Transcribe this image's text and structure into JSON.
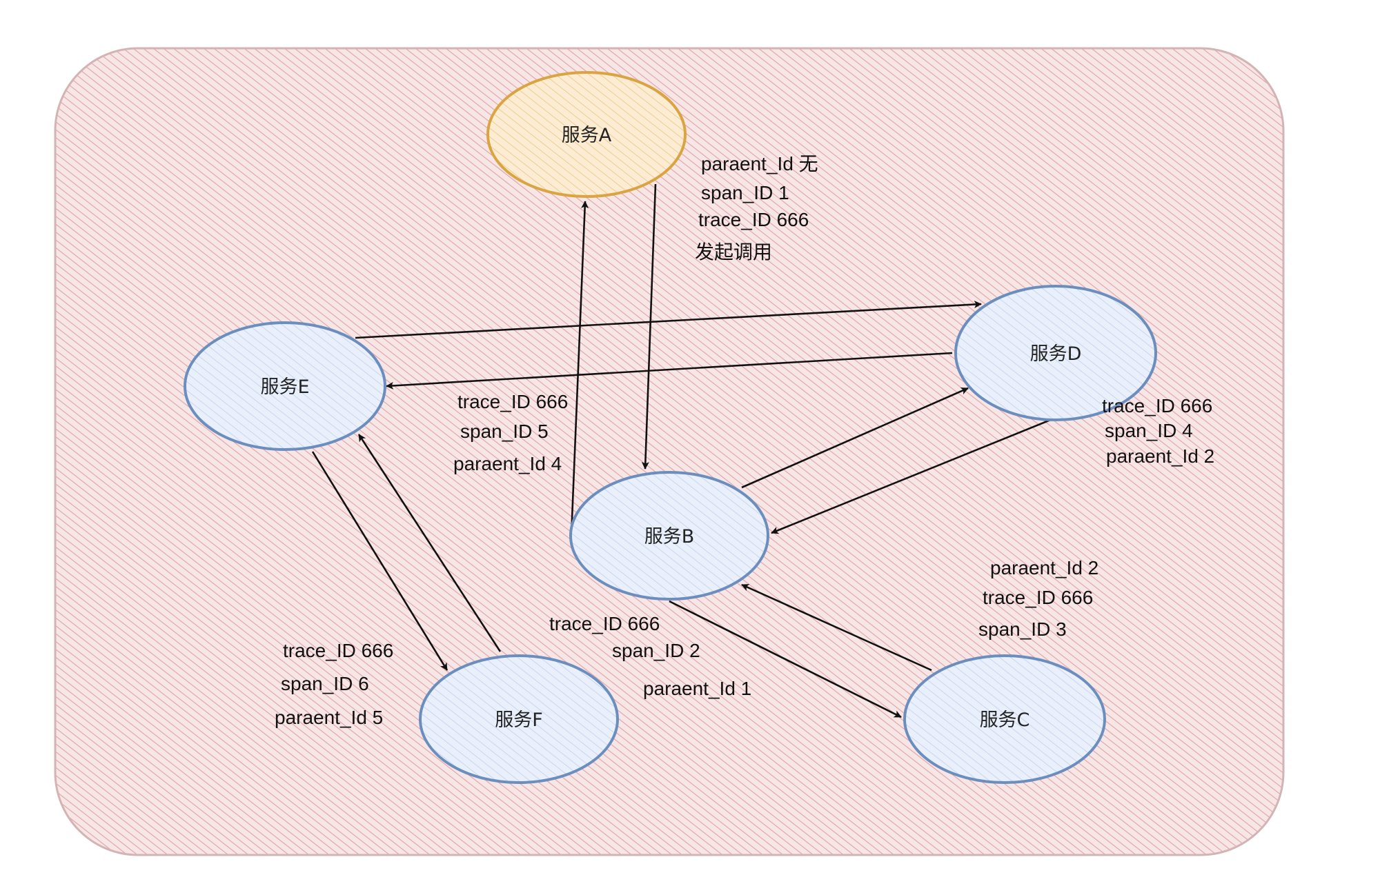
{
  "nodes": {
    "a": {
      "label": "服务A",
      "stroke": "#d9a441",
      "fill": "#f6dfb6"
    },
    "b": {
      "label": "服务B",
      "stroke": "#6c8ebf",
      "fill": "#dae8fc"
    },
    "c": {
      "label": "服务C",
      "stroke": "#6c8ebf",
      "fill": "#dae8fc"
    },
    "d": {
      "label": "服务D",
      "stroke": "#6c8ebf",
      "fill": "#dae8fc"
    },
    "e": {
      "label": "服务E",
      "stroke": "#6c8ebf",
      "fill": "#dae8fc"
    },
    "f": {
      "label": "服务F",
      "stroke": "#6c8ebf",
      "fill": "#dae8fc"
    }
  },
  "annotations": {
    "a": {
      "parent": "paraent_Id 无",
      "span": "span_ID  1",
      "trace": "trace_ID  666",
      "note": "发起调用"
    },
    "b": {
      "trace": "trace_ID  666",
      "span": "span_ID  2",
      "parent": "paraent_Id 1"
    },
    "c": {
      "parent": "paraent_Id 2",
      "trace": "trace_ID  666",
      "span": "span_ID  3"
    },
    "d": {
      "trace": "trace_ID  666",
      "span": "span_ID  4",
      "parent": "paraent_Id 2"
    },
    "e": {
      "trace": "trace_ID  666",
      "span": "span_ID  5",
      "parent": "paraent_Id 4"
    },
    "f": {
      "trace": "trace_ID  666",
      "span": "span_ID  6",
      "parent": "paraent_Id 5"
    }
  },
  "colors": {
    "background_fill": "#f3cfd0",
    "background_hatch": "#e2a0a4",
    "background_stroke": "#c9a6a8",
    "arrow": "#111111"
  }
}
